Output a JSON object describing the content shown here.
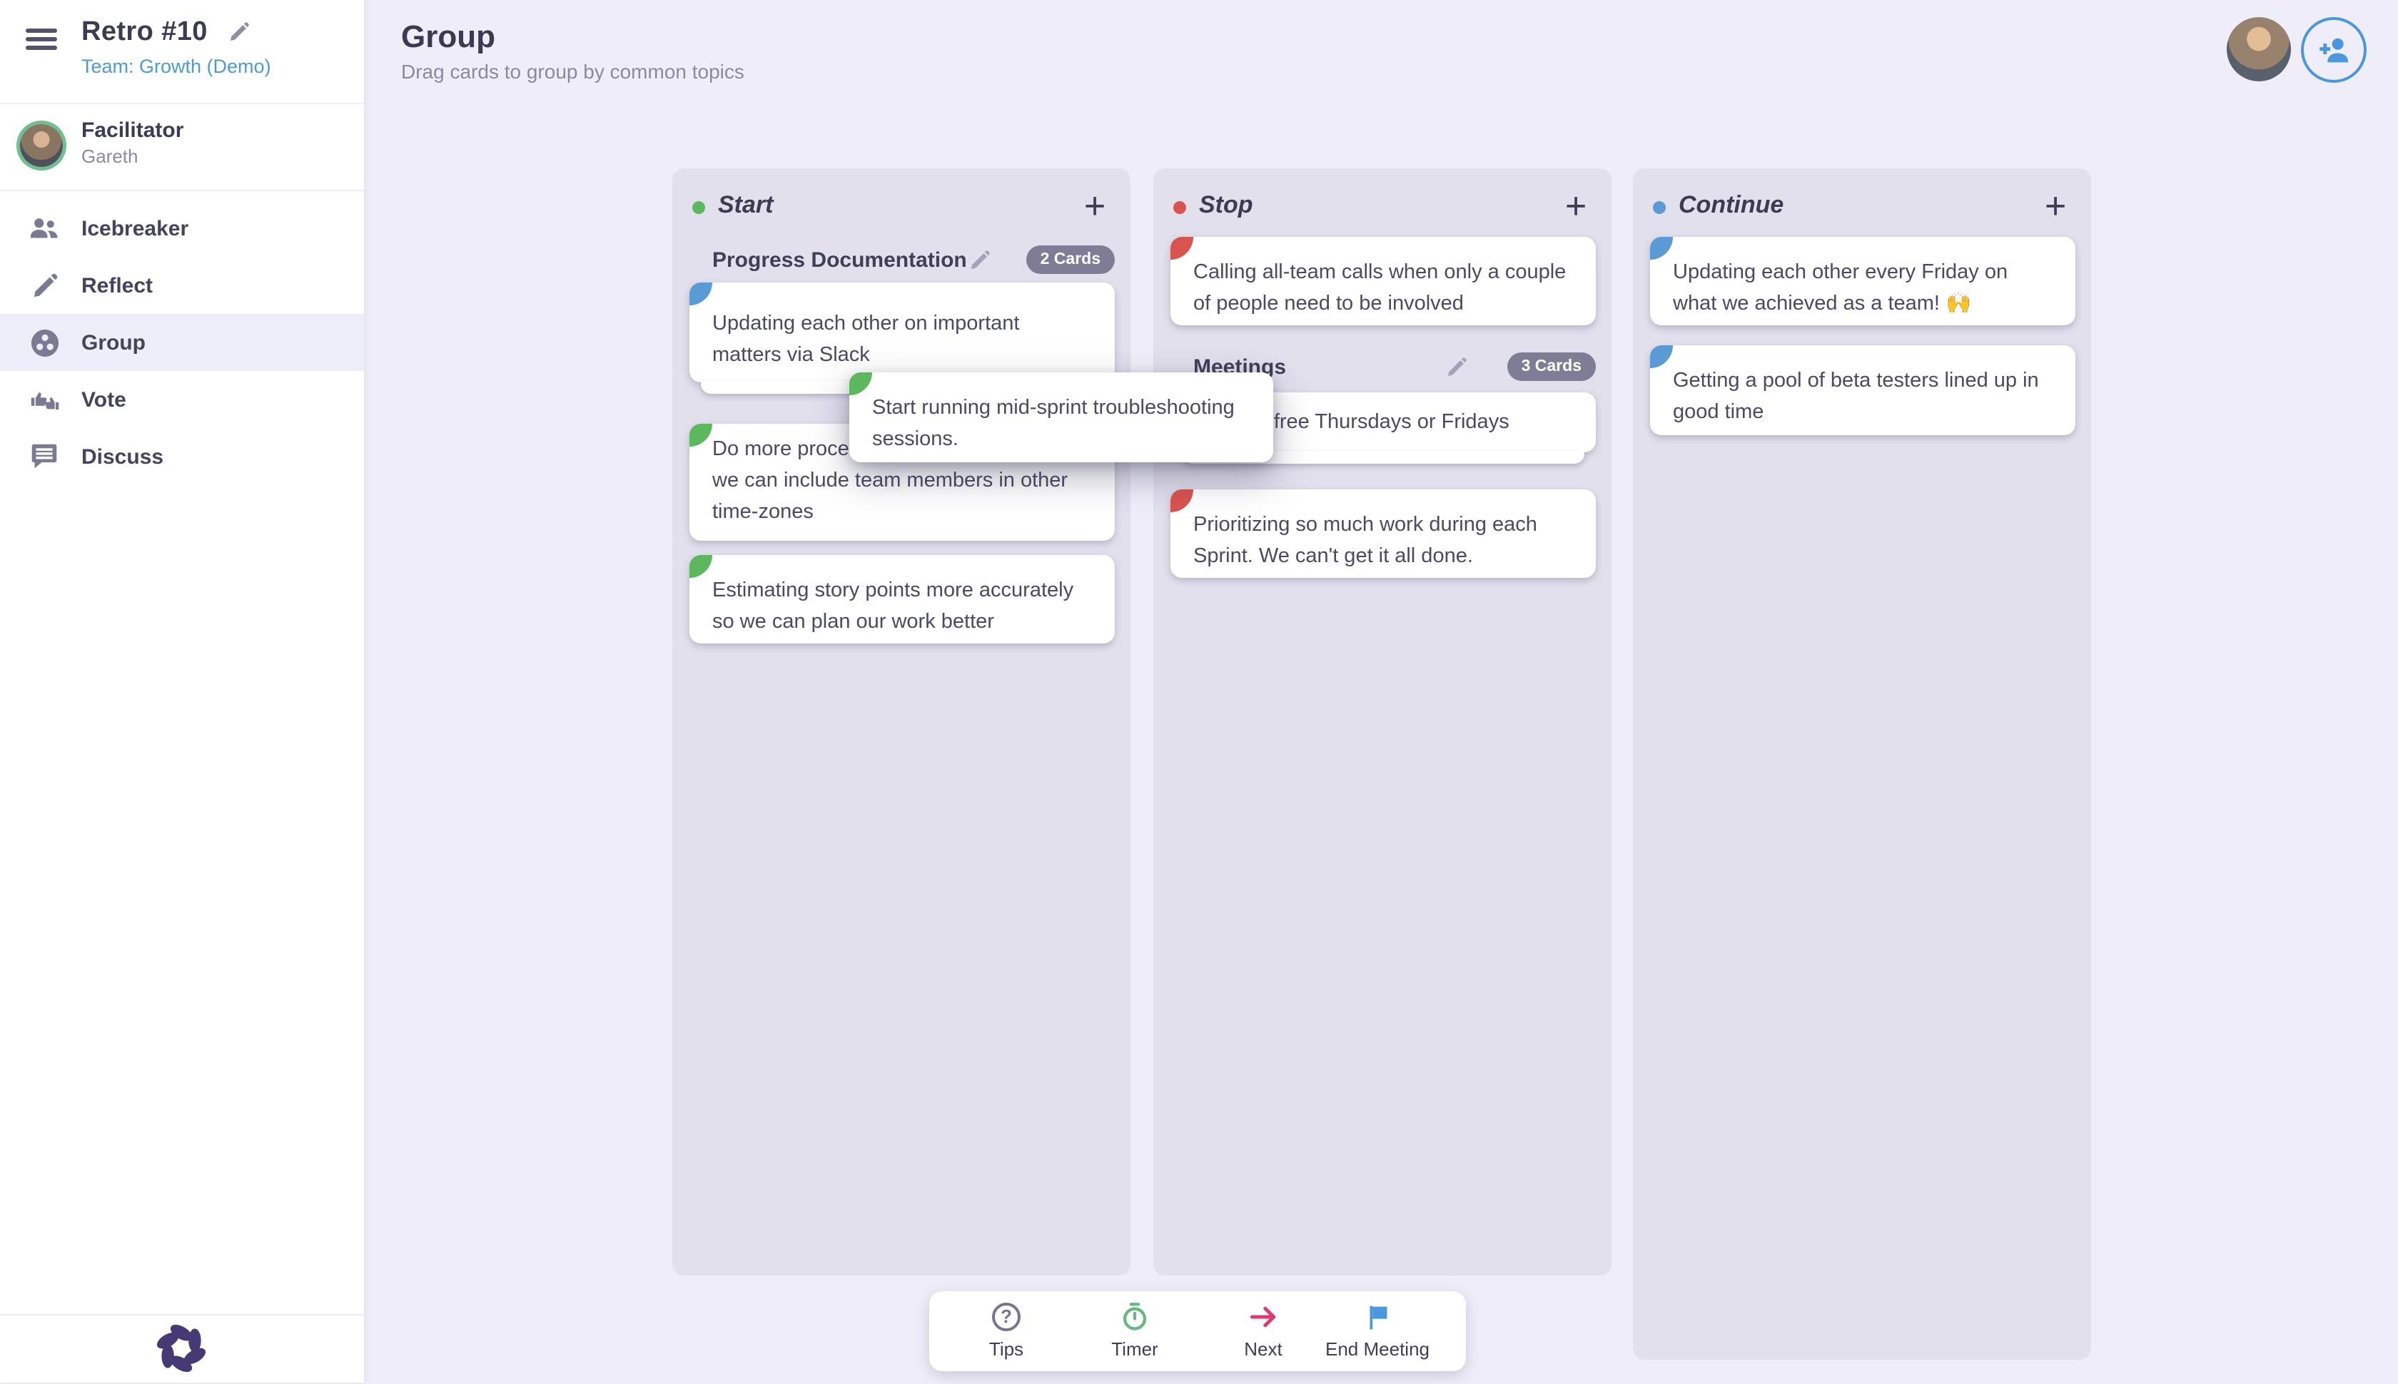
{
  "sidebar": {
    "title": "Retro #10",
    "team_link": "Team: Growth (Demo)",
    "facilitator_label": "Facilitator",
    "facilitator_name": "Gareth",
    "menu": [
      {
        "label": "Icebreaker"
      },
      {
        "label": "Reflect"
      },
      {
        "label": "Group"
      },
      {
        "label": "Vote"
      },
      {
        "label": "Discuss"
      }
    ]
  },
  "header": {
    "title": "Group",
    "subtitle": "Drag cards to group by common topics"
  },
  "columns": [
    {
      "title": "Start",
      "dot_color": "#5cb85c",
      "add_label": "+",
      "groups": [
        {
          "name": "Progress Documentation",
          "badge": "2 Cards"
        }
      ],
      "cards": [
        {
          "text": "Updating each other on important matters via Slack",
          "tab_color": "#5b9bd5"
        },
        {
          "text": "Do more processes asynchronously so we can include team members in other time-zones",
          "tab_color": "#5cb85c"
        },
        {
          "text": "Estimating story points more accurately so we can plan our work better",
          "tab_color": "#5cb85c"
        }
      ]
    },
    {
      "title": "Stop",
      "dot_color": "#d9534f",
      "add_label": "+",
      "groups": [
        {
          "name": "Meetings",
          "badge": "3 Cards"
        }
      ],
      "cards": [
        {
          "text": "Calling all-team calls when only a couple of people need to be involved",
          "tab_color": "#d9534f"
        },
        {
          "text": "Meeting-free Thursdays or Fridays",
          "tab_color": "#d9534f"
        },
        {
          "text": "Prioritizing so much work during each Sprint. We can't get it all done.",
          "tab_color": "#d9534f"
        }
      ]
    },
    {
      "title": "Continue",
      "dot_color": "#5b9bd5",
      "add_label": "+",
      "groups": [],
      "cards": [
        {
          "text": "Updating each other every Friday on what we achieved as a team! 🙌",
          "tab_color": "#5b9bd5"
        },
        {
          "text": "Getting a pool of beta testers lined up in good time",
          "tab_color": "#5b9bd5"
        }
      ]
    }
  ],
  "drag_card": {
    "text": "Start running mid-sprint troubleshooting sessions.",
    "tab_color": "#5cb85c"
  },
  "toolbar": {
    "items": [
      {
        "label": "Tips",
        "glyph": "?"
      },
      {
        "label": "Timer"
      },
      {
        "label": "Next"
      },
      {
        "label": "End Meeting"
      }
    ]
  },
  "colors": {
    "page_bg": "#efeef8",
    "column_bg": "#e2e0ec",
    "accent_blue": "#4a97dc",
    "green": "#5cb85c",
    "red": "#d9534f",
    "blue": "#5b9bd5",
    "pink": "#dd3a6e",
    "badge_bg": "#7f7d95"
  }
}
